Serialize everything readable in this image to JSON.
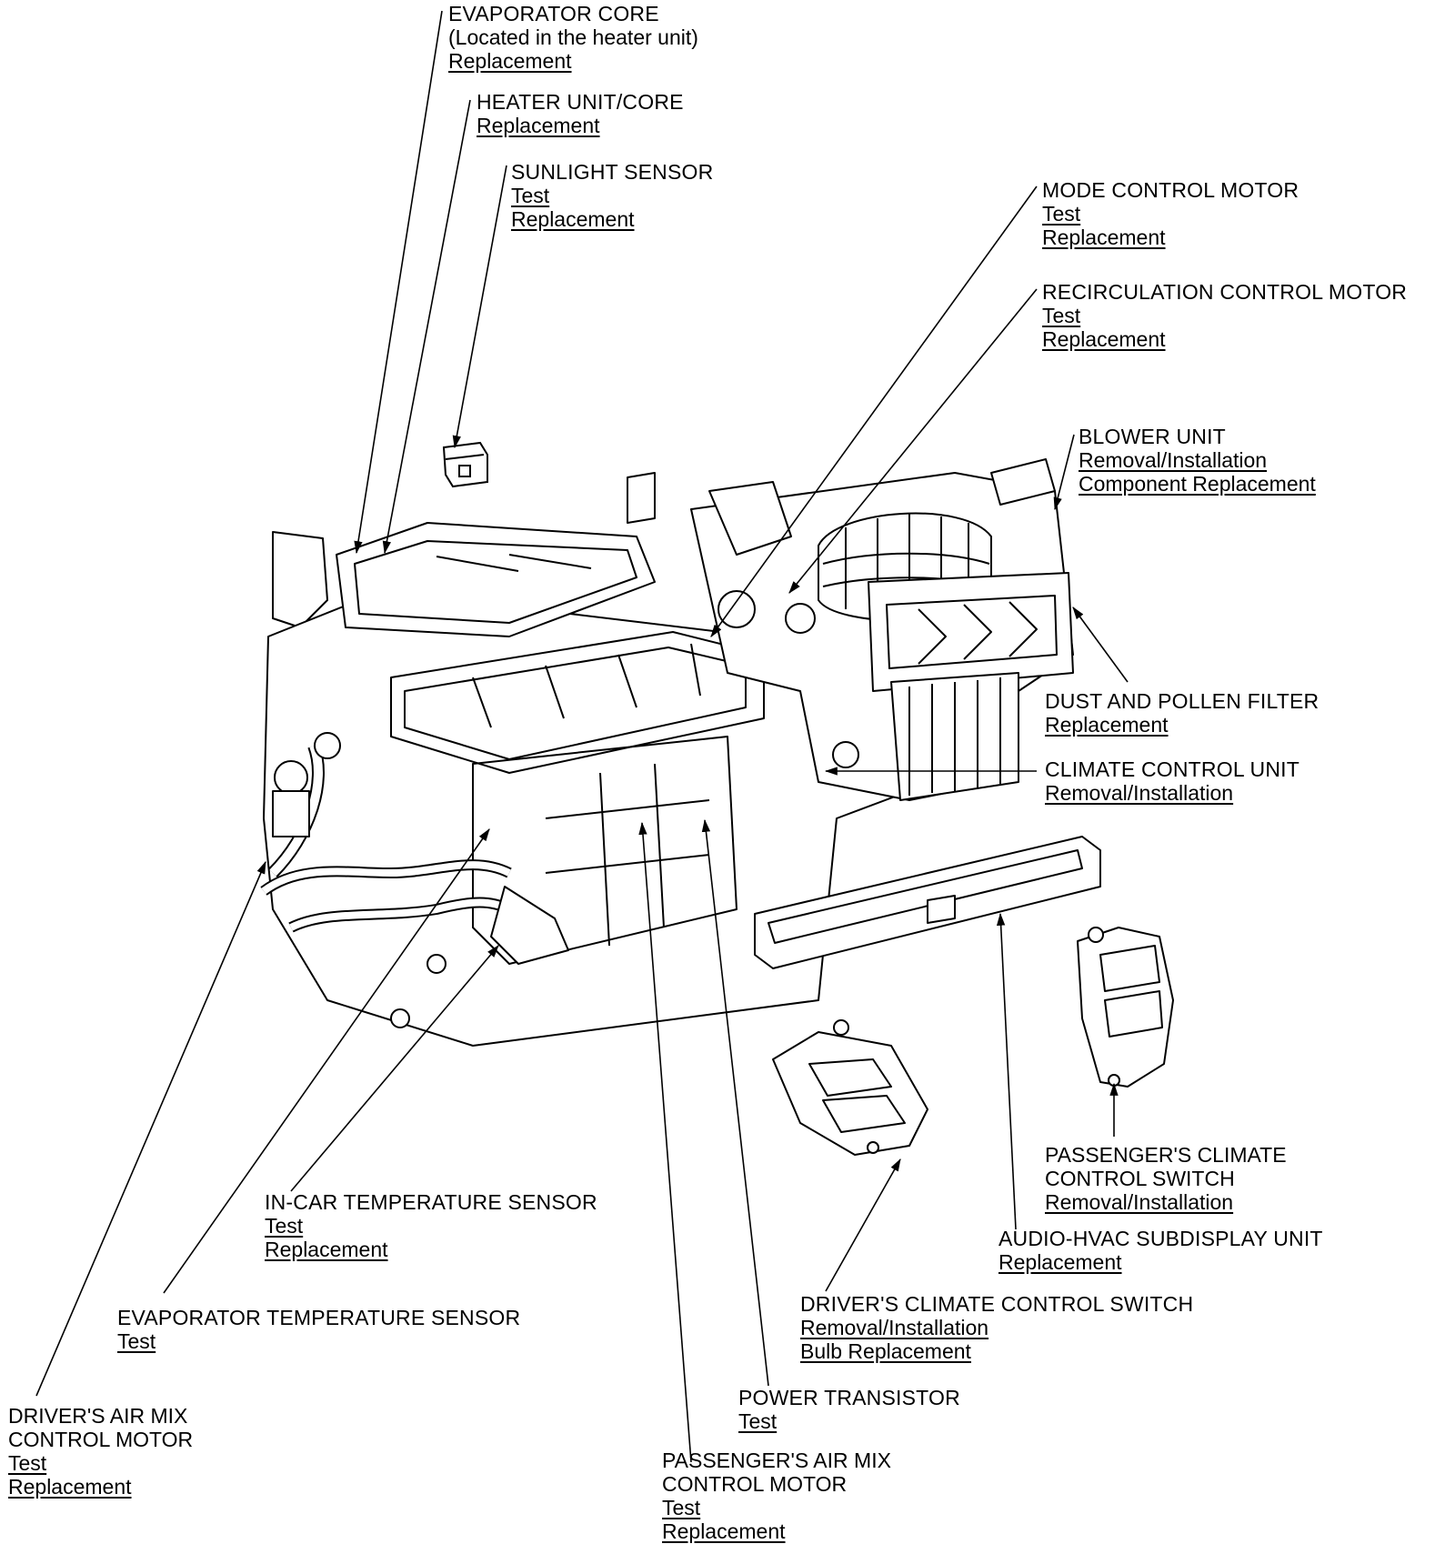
{
  "callouts": {
    "evaporator_core": {
      "title": "EVAPORATOR CORE",
      "note": "(Located in the heater unit)",
      "links": [
        "Replacement"
      ]
    },
    "heater_unit": {
      "title": "HEATER UNIT/CORE",
      "links": [
        "Replacement"
      ]
    },
    "sunlight_sensor": {
      "title": "SUNLIGHT SENSOR",
      "links": [
        "Test",
        "Replacement"
      ]
    },
    "mode_control_motor": {
      "title": "MODE CONTROL MOTOR",
      "links": [
        "Test",
        "Replacement"
      ]
    },
    "recirculation_control_motor": {
      "title": "RECIRCULATION CONTROL MOTOR",
      "links": [
        "Test",
        "Replacement"
      ]
    },
    "blower_unit": {
      "title": "BLOWER UNIT",
      "links": [
        "Removal/Installation",
        "Component Replacement"
      ]
    },
    "dust_pollen_filter": {
      "title": "DUST AND POLLEN FILTER",
      "links": [
        "Replacement"
      ]
    },
    "climate_control_unit": {
      "title": "CLIMATE CONTROL UNIT",
      "links": [
        "Removal/Installation"
      ]
    },
    "passenger_climate_switch": {
      "title_lines": [
        "PASSENGER'S CLIMATE",
        "CONTROL SWITCH"
      ],
      "links": [
        "Removal/Installation"
      ]
    },
    "audio_hvac_subdisplay": {
      "title": "AUDIO-HVAC SUBDISPLAY UNIT",
      "links": [
        "Replacement"
      ]
    },
    "driver_climate_switch": {
      "title": "DRIVER'S CLIMATE CONTROL SWITCH",
      "links": [
        "Removal/Installation",
        "Bulb Replacement"
      ]
    },
    "power_transistor": {
      "title": "POWER TRANSISTOR",
      "links": [
        "Test"
      ]
    },
    "passenger_air_mix_motor": {
      "title_lines": [
        "PASSENGER'S AIR MIX",
        "CONTROL MOTOR"
      ],
      "links": [
        "Test",
        "Replacement"
      ]
    },
    "in_car_temp_sensor": {
      "title": "IN-CAR TEMPERATURE SENSOR",
      "links": [
        "Test",
        "Replacement"
      ]
    },
    "evaporator_temp_sensor": {
      "title": "EVAPORATOR TEMPERATURE SENSOR",
      "links": [
        "Test"
      ]
    },
    "driver_air_mix_motor": {
      "title_lines": [
        "DRIVER'S AIR MIX",
        "CONTROL MOTOR"
      ],
      "links": [
        "Test",
        "Replacement"
      ]
    }
  }
}
